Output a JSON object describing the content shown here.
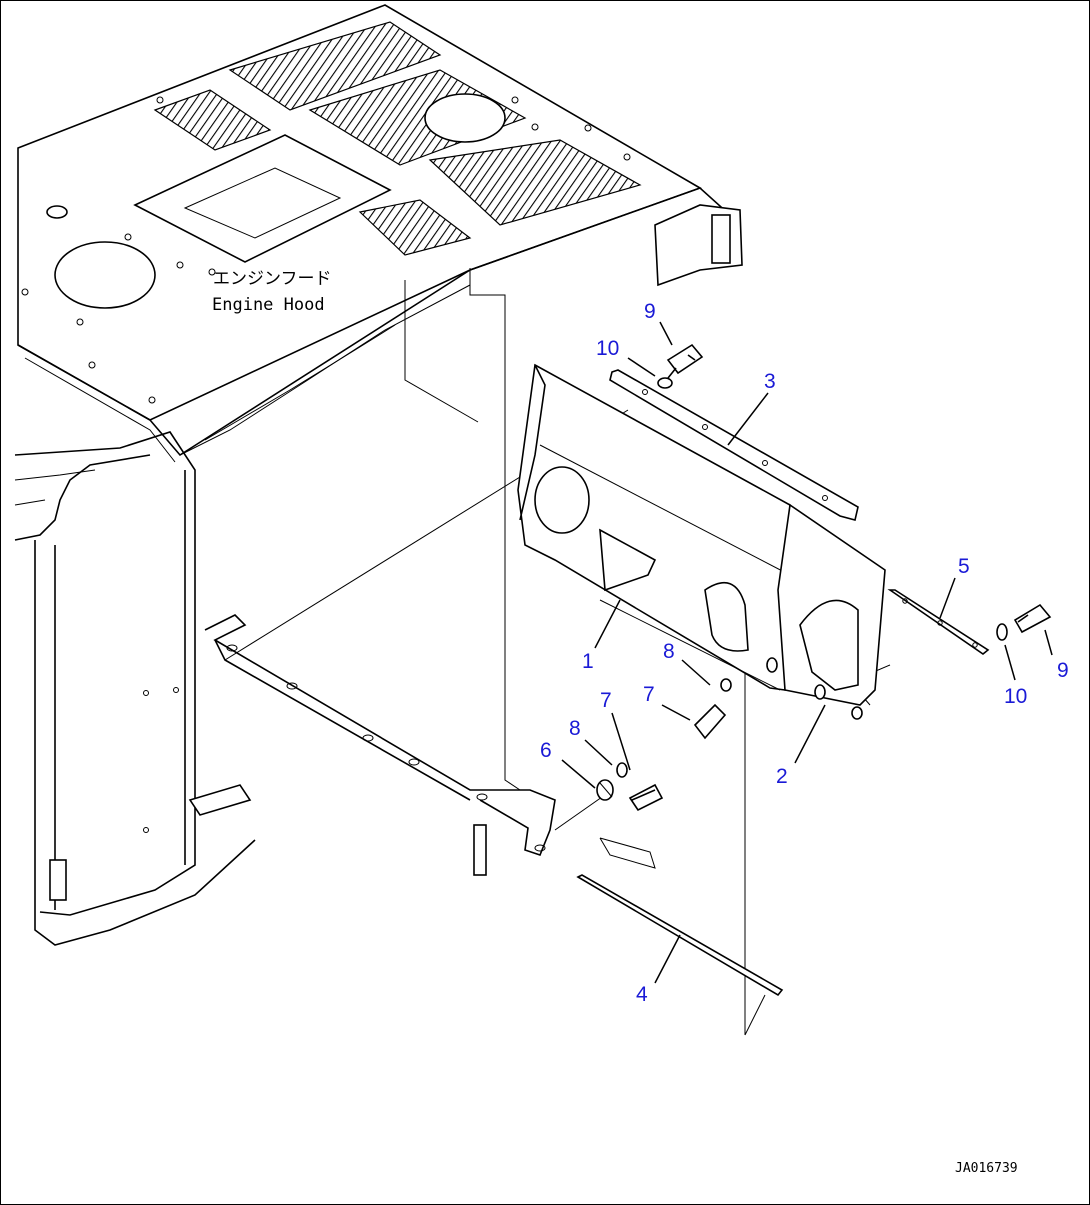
{
  "figure": {
    "title_jp": "エンジンフード",
    "title_en": "Engine Hood",
    "document_id": "JA016739"
  },
  "callouts": [
    "1",
    "2",
    "3",
    "4",
    "5",
    "6",
    "7",
    "7",
    "8",
    "8",
    "9",
    "9",
    "10",
    "10"
  ],
  "colors": {
    "line": "#000000",
    "callout": "#1a1ad6",
    "background": "#ffffff"
  }
}
